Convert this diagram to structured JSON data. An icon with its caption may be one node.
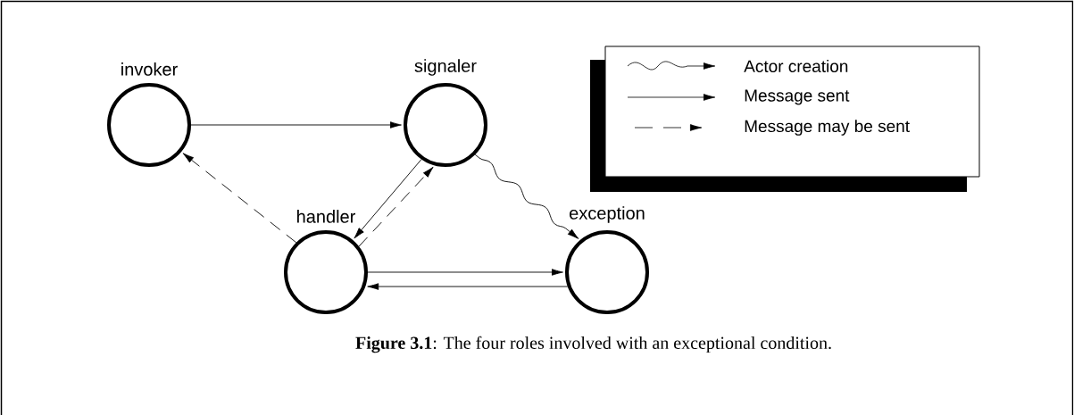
{
  "diagram": {
    "caption": "**Figure 3.1**: The four roles involved with an exceptional condition.",
    "nodes": [
      {
        "text": [
          "invoker"
        ]
      },
      {
        "text": [
          "signaler"
        ]
      },
      {
        "text": [
          "handler"
        ]
      },
      {
        "text": [
          "exception"
        ]
      }
    ],
    "edges": [
      {
        "from": 0,
        "to": 1,
        "arrow": "to"
      },
      {
        "from": 2,
        "to": 0,
        "arrow": "to",
        "style": "dashed"
      },
      {
        "from": 1,
        "to": 2,
        "arrow": "to"
      },
      {
        "from": 2,
        "to": 1,
        "arrow": "to",
        "style": "dashed"
      },
      {
        "from": 1,
        "to": 3,
        "arrow": "to"
      },
      {
        "from": 2,
        "to": 3,
        "arrow": "to"
      },
      {
        "from": 3,
        "to": 2,
        "arrow": "to"
      }
    ],
    "legend": [
      {
        "text": "Actor creation"
      },
      {
        "text": "Message sent"
      },
      {
        "text": "Message may be sent"
      }
    ]
  }
}
